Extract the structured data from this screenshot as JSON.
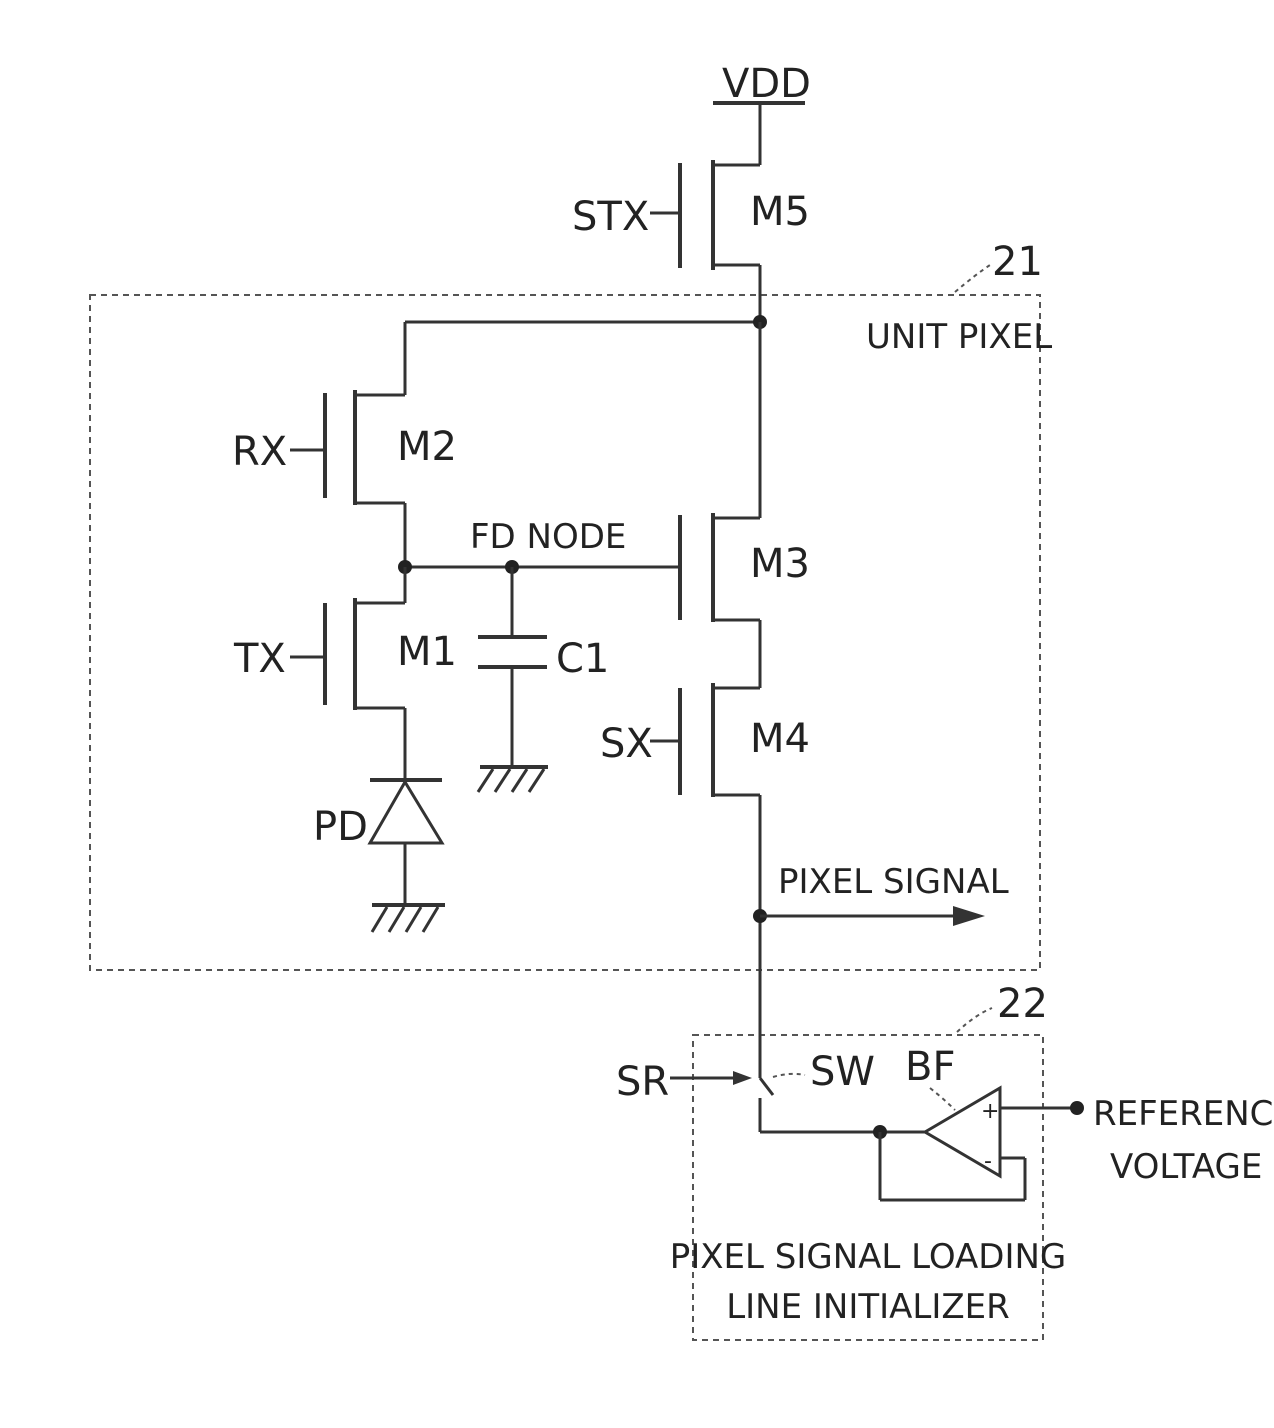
{
  "labels": {
    "vdd": "VDD",
    "stx": "STX",
    "m5": "M5",
    "ref_21": "21",
    "unit_pixel": "UNIT PIXEL",
    "rx": "RX",
    "m2": "M2",
    "fd_node": "FD NODE",
    "m3": "M3",
    "tx": "TX",
    "m1": "M1",
    "c1": "C1",
    "sx": "SX",
    "m4": "M4",
    "pd": "PD",
    "pixel_signal": "PIXEL SIGNAL",
    "ref_22": "22",
    "sr": "SR",
    "sw": "SW",
    "bf": "BF",
    "reference": "REFERENCE",
    "voltage": "VOLTAGE",
    "initializer_line1": "PIXEL SIGNAL LOADING",
    "initializer_line2": "LINE INITIALIZER",
    "plus": "+",
    "minus": "-"
  }
}
